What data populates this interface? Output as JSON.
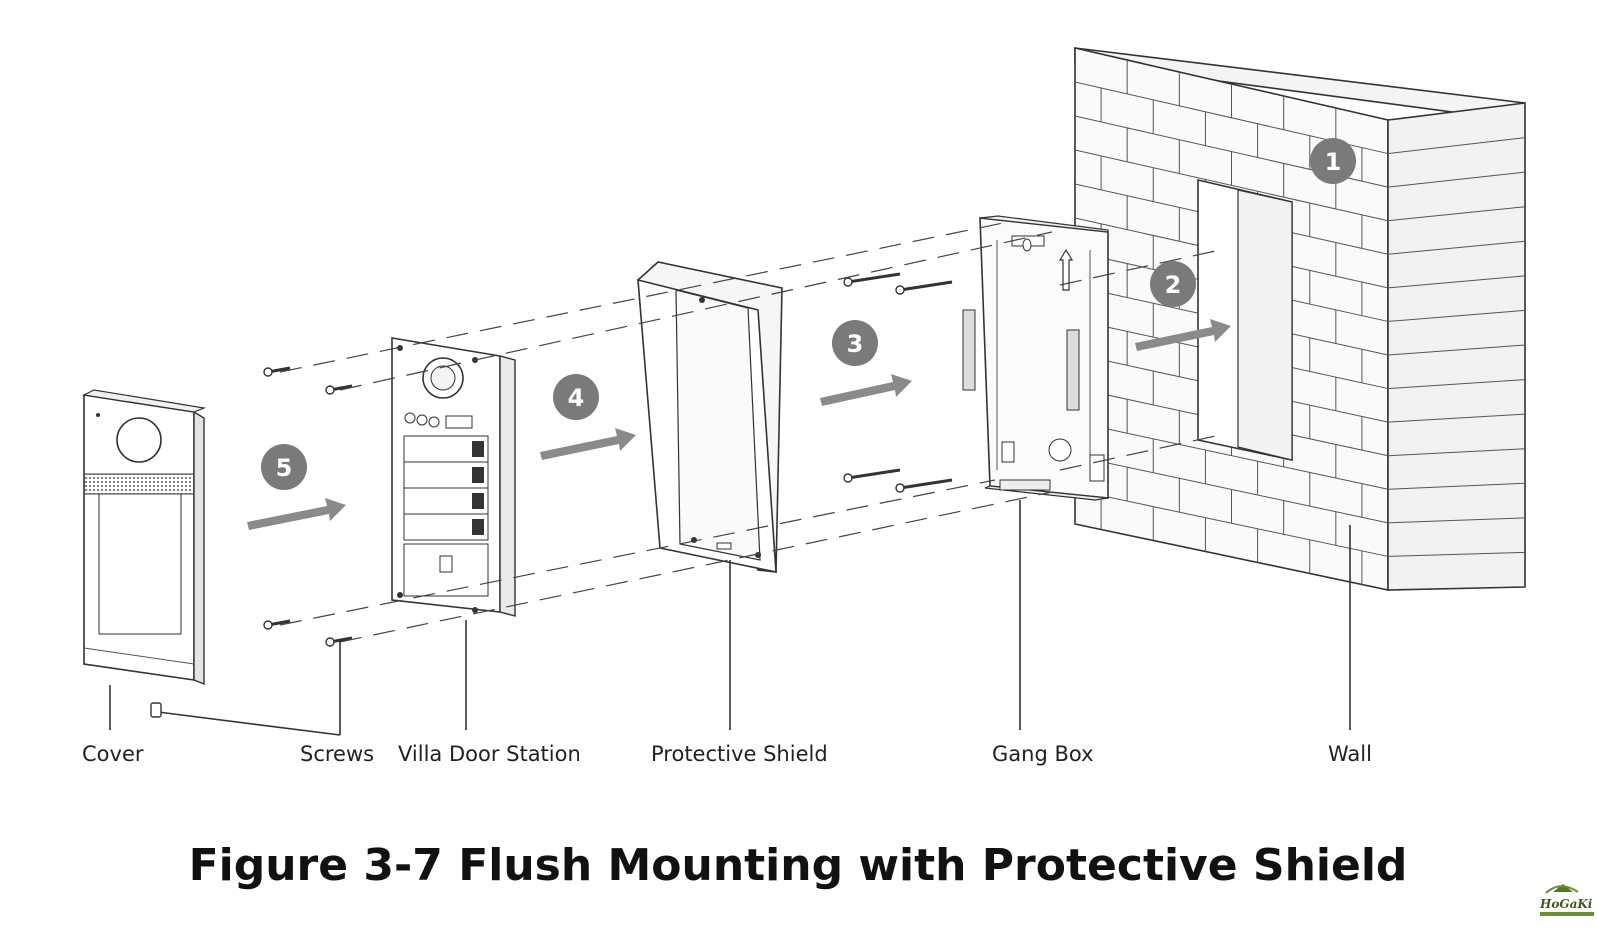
{
  "figure_title": "Figure 3-7 Flush Mounting with Protective Shield",
  "labels": {
    "cover": "Cover",
    "screws": "Screws",
    "villa_door_station": "Villa Door Station",
    "protective_shield": "Protective Shield",
    "gang_box": "Gang Box",
    "wall": "Wall"
  },
  "steps": [
    "1",
    "2",
    "3",
    "4",
    "5"
  ],
  "watermark": "HoGaKi",
  "colors": {
    "step_circle": "#7a7a7a",
    "arrow": "#8a8a8a",
    "line": "#333333"
  }
}
